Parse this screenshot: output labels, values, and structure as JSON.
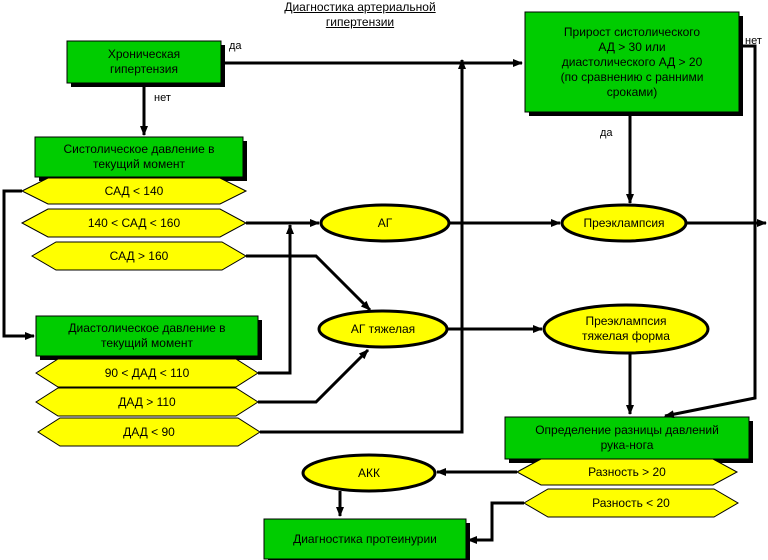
{
  "title": "Диагностика артериальной\nгипертензии",
  "boxes": {
    "chronic": "Хроническая\nгипертензия",
    "increase": "Прирост систолического\nАД > 30 или\nдиастолического АД > 20\n(по сравнению с ранними\nсроками)",
    "systolic": "Систолическое давление в\nтекущий момент",
    "diastolic": "Диастолическое давление в\nтекущий момент",
    "armleg": "Определение разницы давлений\nрука-нога",
    "proteinuria": "Диагностика протеинурии"
  },
  "hexes": {
    "sad1": "САД < 140",
    "sad2": "140 < САД < 160",
    "sad3": "САД > 160",
    "dad1": "90 < ДАД < 110",
    "dad2": "ДАД > 110",
    "dad3": "ДАД < 90",
    "diff1": "Разность > 20",
    "diff2": "Разность < 20"
  },
  "ovals": {
    "ag": "АГ",
    "ag_severe": "АГ тяжелая",
    "preeclampsia": "Преэклампсия",
    "preeclampsia_severe": "Преэклампсия\nтяжелая форма",
    "akk": "АКК"
  },
  "labels": {
    "yes1": "да",
    "no1": "нет",
    "yes2": "да",
    "no2": "нет"
  },
  "colors": {
    "box_fill": "#00cc00",
    "hex_fill": "#ffff00",
    "oval_fill": "#ffff00",
    "line": "#000000"
  }
}
